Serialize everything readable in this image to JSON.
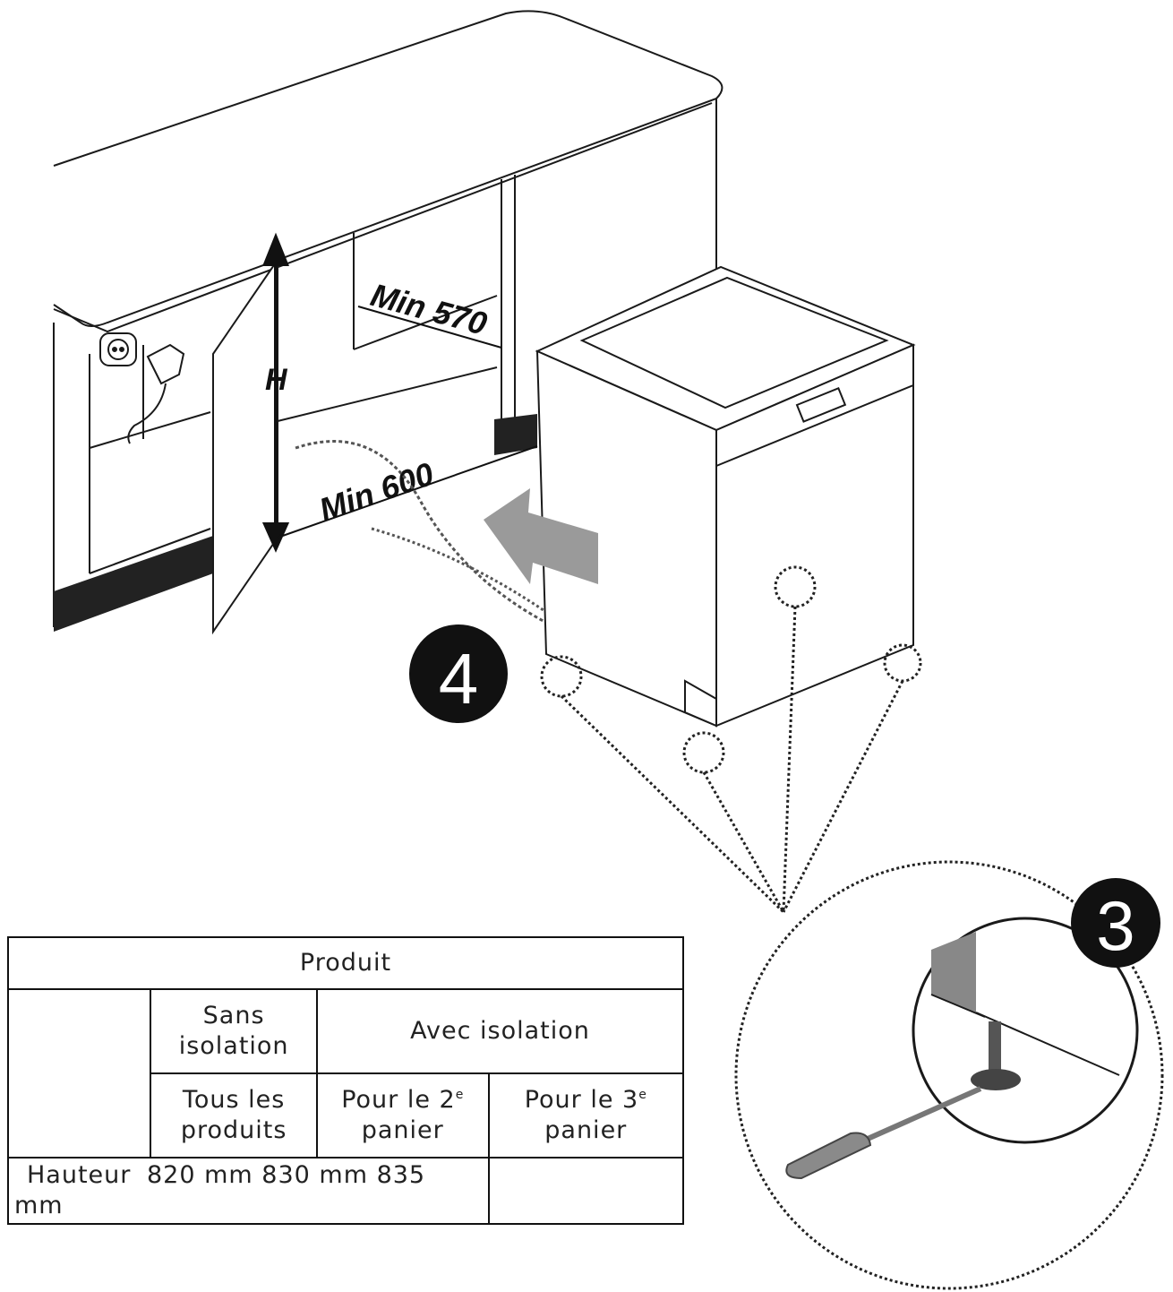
{
  "labels": {
    "height": "H",
    "depth": "Min 570",
    "width": "Min 600"
  },
  "badges": {
    "step_4": "4",
    "step_3": "3"
  },
  "table": {
    "title": "Produit",
    "col_sans": "Sans isolation",
    "col_avec": "Avec isolation",
    "sub_all": "Tous les produits",
    "sub_2_prefix": "Pour le 2",
    "sub_2_sup": "e",
    "sub_2_suffix": "panier",
    "sub_3_prefix": "Pour le 3",
    "sub_3_sup": "e",
    "sub_3_suffix": "panier",
    "row_label": "Hauteur",
    "row_values": "820 mm 830 mm 835 mm"
  },
  "colors": {
    "line": "#1a1a1a",
    "plinth": "#222222",
    "arrow": "#9a9a9a",
    "badge": "#111111"
  }
}
